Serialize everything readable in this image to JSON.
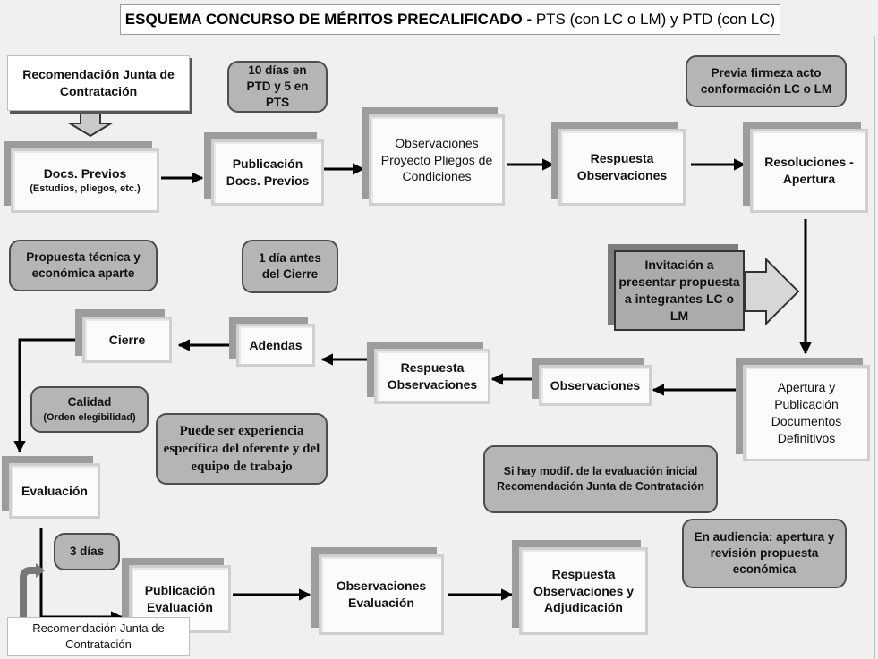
{
  "title": {
    "main": "ESQUEMA CONCURSO DE MÉRITOS PRECALIFICADO -",
    "sub": " PTS (con LC o LM) y PTD (con LC)"
  },
  "nodes": {
    "recomendacion_top": "Recomendación Junta de Contratación",
    "docs_previos": "Docs. Previos",
    "docs_previos_sub": "(Estudios, pliegos, etc.)",
    "publicacion_docs": "Publicación Docs. Previos",
    "observaciones_proyecto": "Observaciones Proyecto Pliegos de Condiciones",
    "respuesta_obs_1": "Respuesta Observaciones",
    "resoluciones": "Resoluciones - Apertura",
    "invitacion": "Invitación a presentar propuesta a integrantes LC o LM",
    "apertura_publicacion": "Apertura y Publicación Documentos Definitivos",
    "observaciones": "Observaciones",
    "respuesta_obs_2": "Respuesta Observaciones",
    "adendas": "Adendas",
    "cierre": "Cierre",
    "evaluacion": "Evaluación",
    "publicacion_eval": "Publicación Evaluación",
    "observaciones_eval": "Observaciones Evaluación",
    "respuesta_adjudicacion": "Respuesta Observaciones y Adjudicación",
    "recomendacion_bottom": "Recomendación Junta de Contratación"
  },
  "callouts": {
    "dias_ptd": "10 días en PTD y 5 en PTS",
    "previa_firmeza": "Previa firmeza acto conformación LC o LM",
    "propuesta_tecnica": "Propuesta técnica y económica aparte",
    "dia_antes": "1 día antes del Cierre",
    "calidad": "Calidad",
    "calidad_sub": "(Orden elegibilidad)",
    "experiencia": "Puede ser experiencia específica del oferente y del equipo de trabajo",
    "modif_evaluacion": "Si hay modif. de la evaluación inicial Recomendación Junta de Contratación",
    "en_audiencia": "En audiencia: apertura y revisión propuesta económica",
    "tres_dias": "3 días"
  }
}
